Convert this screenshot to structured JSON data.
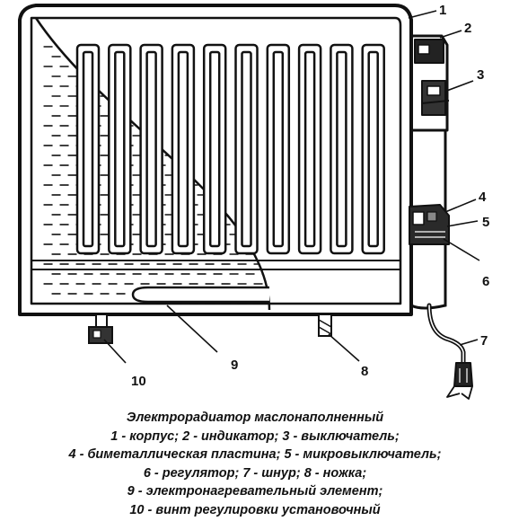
{
  "callouts": {
    "c1": "1",
    "c2": "2",
    "c3": "3",
    "c4": "4",
    "c5": "5",
    "c6": "6",
    "c7": "7",
    "c8": "8",
    "c9": "9",
    "c10": "10"
  },
  "caption": {
    "title": "Электрорадиатор маслонаполненный",
    "line1": "1 - корпус; 2 - индикатор; 3 - выключатель;",
    "line2": "4 - биметаллическая пластина; 5 - микровыключатель;",
    "line3": "6 - регулятор; 7 - шнур; 8 - ножка;",
    "line4": "9 - электронагревательный элемент;",
    "line5": "10 - винт регулировки установочный"
  }
}
